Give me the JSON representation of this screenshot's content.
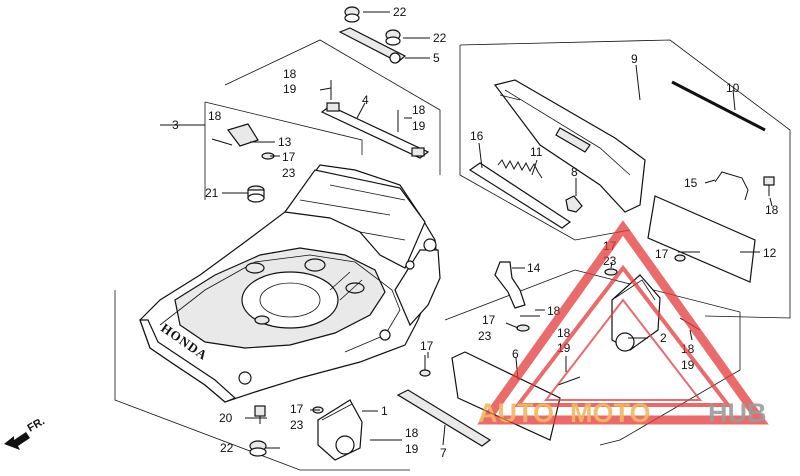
{
  "diagram": {
    "labels": {
      "l1": "1",
      "l2": "2",
      "l3": "3",
      "l4": "4",
      "l5": "5",
      "l6": "6",
      "l7": "7",
      "l8": "8",
      "l9": "9",
      "l10": "10",
      "l11": "11",
      "l12": "12",
      "l13": "13",
      "l14": "14",
      "l15": "15",
      "l16": "16",
      "l17a": "17",
      "l17b": "17",
      "l17c": "17",
      "l17d": "17",
      "l17e": "17",
      "l17f": "17",
      "l18a": "18",
      "l18b": "18",
      "l18c": "18",
      "l18d": "18",
      "l18e": "18",
      "l18f": "18",
      "l18g": "18",
      "l18h": "18",
      "l19a": "19",
      "l19b": "19",
      "l19c": "19",
      "l19d": "19",
      "l19e": "19",
      "l20": "20",
      "l21": "21",
      "l22a": "22",
      "l22b": "22",
      "l22c": "22",
      "l23a": "23",
      "l23b": "23",
      "l23c": "23",
      "l23d": "23",
      "direction": "FR.",
      "brand": "HONDA"
    },
    "watermark": {
      "text_auto": "AUTO",
      "text_moto": "MOTO",
      "text_hub": "HUB",
      "color_red": "#e43a3a",
      "color_orange": "#f0a030",
      "color_gray": "#7a7a7a"
    }
  }
}
